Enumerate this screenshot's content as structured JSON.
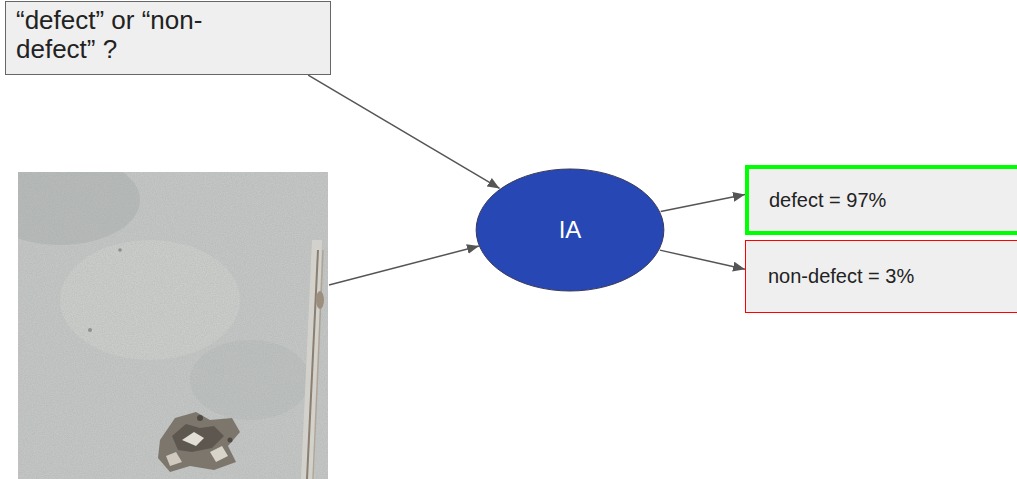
{
  "diagram": {
    "nodes": [
      {
        "text": [
          "“defect” or “non-defect” ?"
        ]
      },
      {
        "text": [
          "IA"
        ]
      },
      {
        "text": [
          "defect = 97%"
        ]
      },
      {
        "text": [
          "non-defect = 3%"
        ]
      }
    ],
    "edges": [
      {
        "from": 0,
        "to": 1,
        "arrow": "to"
      },
      {
        "from": 1,
        "to": 2,
        "arrow": "to"
      },
      {
        "from": 1,
        "to": 3,
        "arrow": "to"
      }
    ]
  }
}
